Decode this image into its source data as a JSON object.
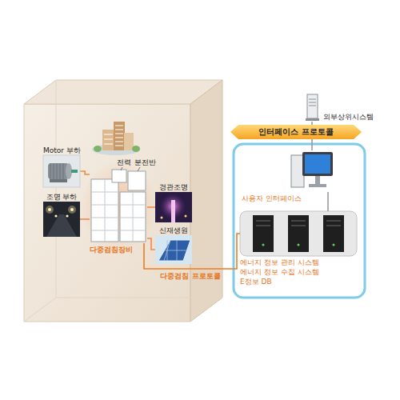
{
  "diagram": {
    "nodes": [
      {
        "text": [
          "Motor 부하"
        ]
      },
      {
        "text": [
          "조명 부하"
        ]
      },
      {
        "text": [
          "다중검침장비"
        ]
      },
      {
        "text": [
          "경관조명"
        ]
      },
      {
        "text": [
          "신재생원"
        ]
      },
      {
        "text": [
          "외부상위시스템"
        ]
      },
      {
        "text": [
          "인터페이스 프로토콜"
        ]
      },
      {
        "text": []
      },
      {
        "text": [
          "사용자 인터페이스"
        ],
        "in": 7
      },
      {
        "text": [
          "에너지 정보 관리 시스템",
          "에너지 정보 수집 시스템",
          "E정보 DB"
        ],
        "in": 7
      }
    ],
    "edges": [
      {
        "from": 0,
        "to": 2,
        "arrow": "none"
      },
      {
        "from": 1,
        "to": 2,
        "arrow": "none"
      },
      {
        "from": 3,
        "to": 2,
        "arrow": "none"
      },
      {
        "from": 4,
        "to": 2,
        "arrow": "none"
      },
      {
        "from": 2,
        "to": 9,
        "label": "다중검침 프로토콜",
        "arrow": "none"
      },
      {
        "from": 5,
        "to": 6,
        "arrow": "none"
      },
      {
        "from": 6,
        "to": 8,
        "arrow": "none"
      },
      {
        "from": 8,
        "to": 9,
        "arrow": "none"
      }
    ],
    "labels": [
      "전력",
      "분전반"
    ]
  }
}
